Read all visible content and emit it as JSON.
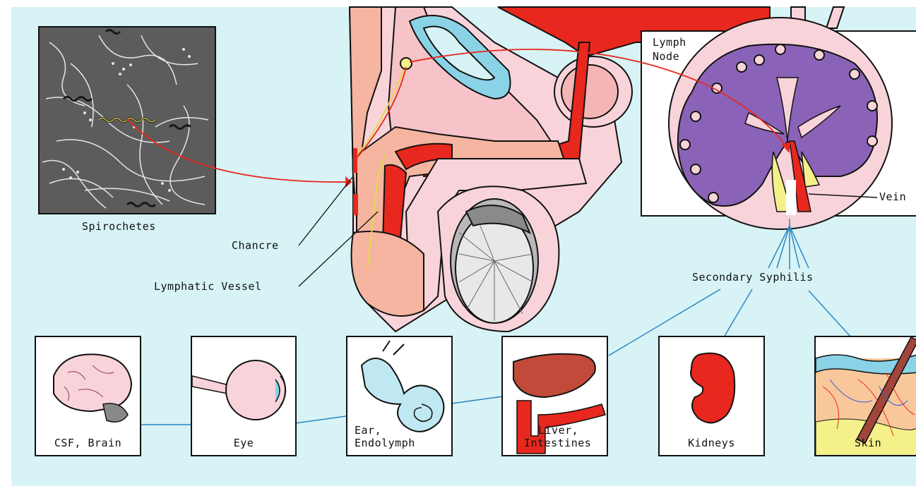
{
  "labels": {
    "spirochetes": "Spirochetes",
    "chancre": "Chancre",
    "lymphatic_vessel": "Lymphatic Vessel",
    "lymph_node_line1": "Lymph",
    "lymph_node_line2": "Node",
    "vein": "Vein",
    "secondary_syphilis": "Secondary Syphilis"
  },
  "organs": [
    {
      "line1": "CSF, Brain",
      "line2": ""
    },
    {
      "line1": "Eye",
      "line2": ""
    },
    {
      "line1": "Ear,",
      "line2": "Endolymph"
    },
    {
      "line1": "Liver,",
      "line2": "Intestines"
    },
    {
      "line1": "Kidneys",
      "line2": ""
    },
    {
      "line1": "Skin",
      "line2": ""
    }
  ],
  "colors": {
    "background": "#d7f3f5",
    "artery_red": "#e8281e",
    "lymph_purple": "#8a63b8",
    "tissue_pink": "#f8d3da",
    "connector_blue": "#2a86c4",
    "lymph_yellow": "#f4f08a"
  }
}
